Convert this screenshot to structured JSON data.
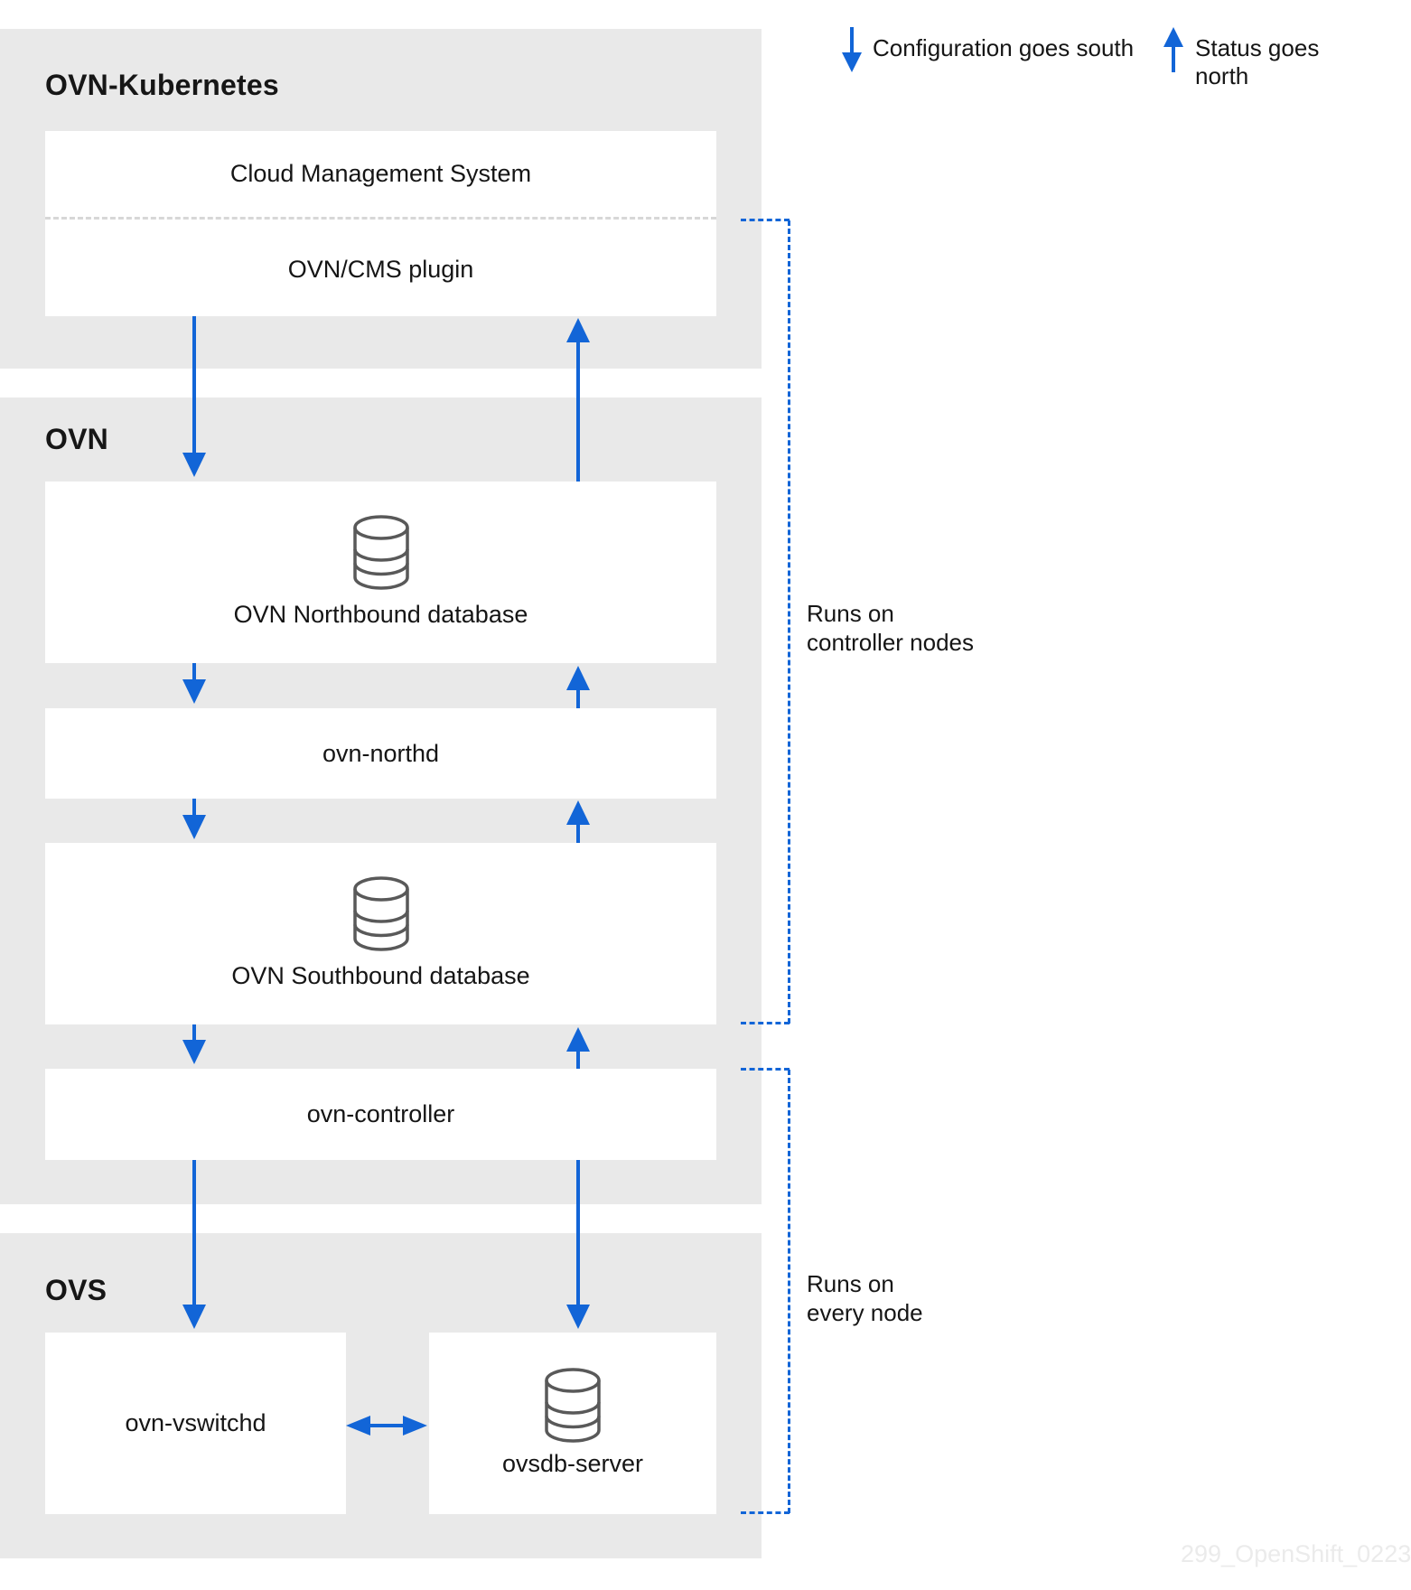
{
  "legend": {
    "configuration": "Configuration goes south",
    "status": "Status goes north"
  },
  "sections": {
    "kubernetes": {
      "title": "OVN-Kubernetes"
    },
    "ovn": {
      "title": "OVN"
    },
    "ovs": {
      "title": "OVS"
    }
  },
  "nodes": {
    "cms": {
      "label": "Cloud Management System"
    },
    "plugin": {
      "label": "OVN/CMS plugin"
    },
    "nbdb": {
      "label": "OVN Northbound database"
    },
    "northd": {
      "label": "ovn-northd"
    },
    "sbdb": {
      "label": "OVN Southbound database"
    },
    "controller": {
      "label": "ovn-controller"
    },
    "vswitchd": {
      "label": "ovn-vswitchd"
    },
    "ovsdb": {
      "label": "ovsdb-server"
    }
  },
  "annotations": {
    "controller_nodes": {
      "line1": "Runs on",
      "line2": "controller nodes"
    },
    "every_node": {
      "line1": "Runs on",
      "line2": "every node"
    }
  },
  "watermark": "299_OpenShift_0223",
  "colors": {
    "accent": "#1265d7",
    "section_bg": "#e9e9e9",
    "box_bg": "#ffffff",
    "text": "#151515",
    "icon_stroke": "#595959",
    "divider": "#d7d7d7",
    "watermark": "#ebebeb"
  }
}
